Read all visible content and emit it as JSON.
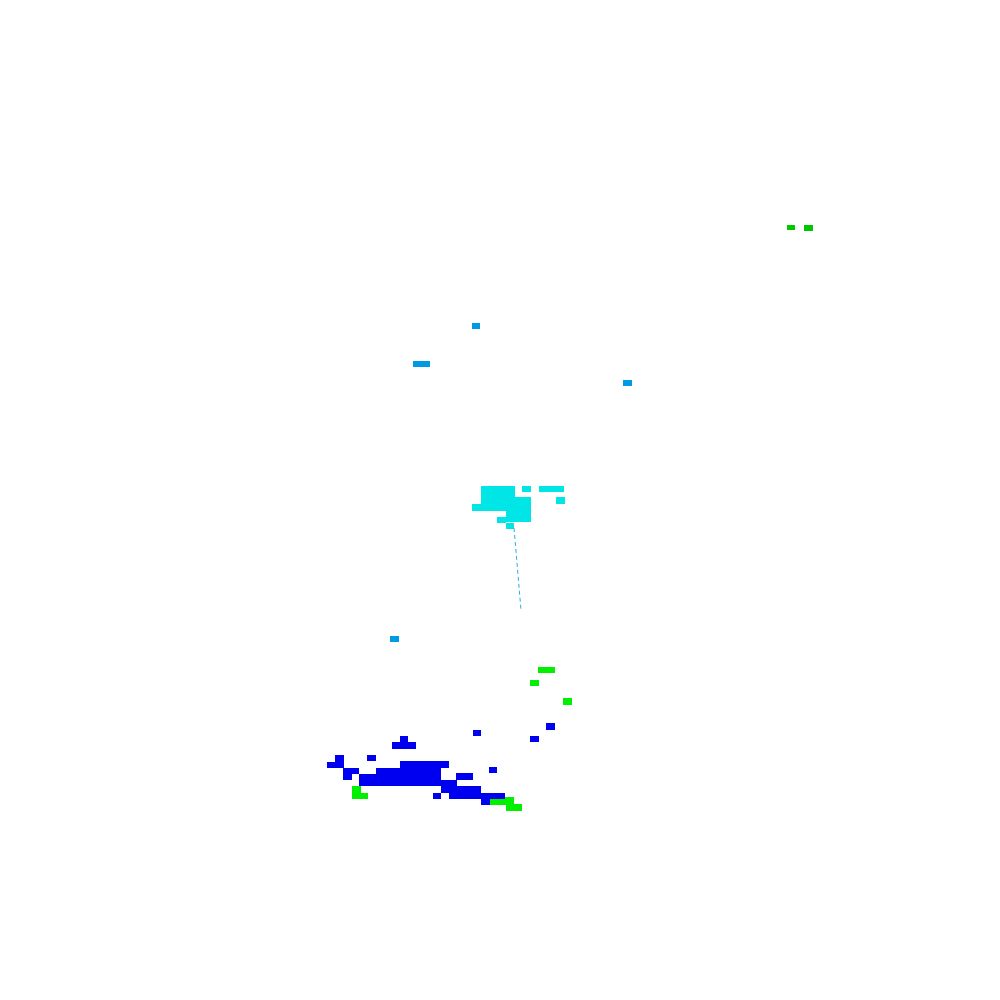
{
  "background_color": "#ffffff",
  "colors": {
    "green_dark": "#00c800",
    "green_bright": "#00f000",
    "sky_blue": "#0099e6",
    "cyan": "#00e5e5",
    "blue": "#0000f0",
    "connector": "#33aadd"
  },
  "clusters": [
    {
      "name": "green-pair-cluster",
      "color_key": "green_dark"
    },
    {
      "name": "sky-blue-scatter",
      "color_key": "sky_blue"
    },
    {
      "name": "cyan-blob-cluster",
      "color_key": "cyan"
    },
    {
      "name": "green-scatter",
      "color_key": "green_bright"
    },
    {
      "name": "blue-mass-cluster",
      "color_key": "blue"
    }
  ]
}
